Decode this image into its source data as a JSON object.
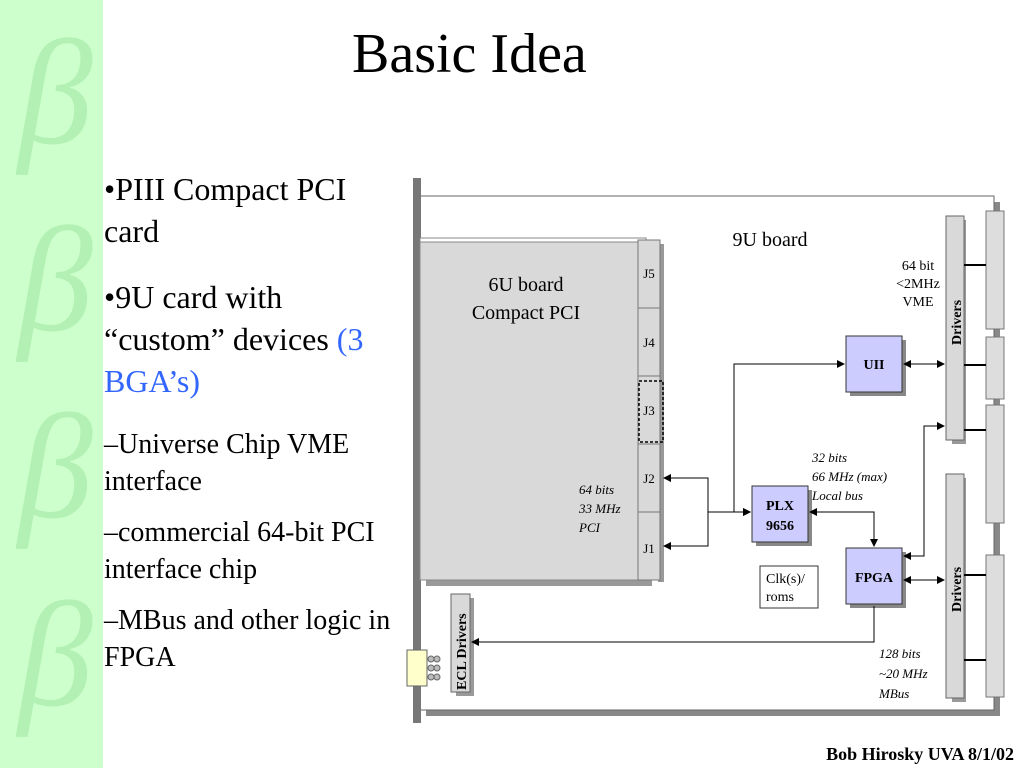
{
  "slide": {
    "title": "Basic Idea",
    "footer": "Bob Hirosky UVA 8/1/02",
    "bullets": [
      {
        "level": 1,
        "text": "•PIII Compact PCI card"
      },
      {
        "level": 1,
        "text": "•9U card with “custom” devices ",
        "highlight": "(3 BGA’s)"
      },
      {
        "level": 2,
        "text": "–Universe Chip VME interface"
      },
      {
        "level": 2,
        "text": "–commercial 64-bit PCI interface chip"
      },
      {
        "level": 2,
        "text": "–MBus and other logic in FPGA"
      }
    ]
  },
  "diagram": {
    "board9u": "9U board",
    "board6u_line1": "6U board",
    "board6u_line2": "Compact PCI",
    "connectors": [
      "J5",
      "J4",
      "J3",
      "J2",
      "J1"
    ],
    "vme_line1": "64 bit",
    "vme_line2": "<2MHz",
    "vme_line3": "VME",
    "drivers_top": "Drivers",
    "drivers_bottom": "Drivers",
    "uii": "UII",
    "plx_line1": "PLX",
    "plx_line2": "9656",
    "fpga": "FPGA",
    "clk_line1": "Clk(s)/",
    "clk_line2": "roms",
    "ecl": "ECL Drivers",
    "local_line1": "32 bits",
    "local_line2": "66 MHz (max)",
    "local_line3": "Local bus",
    "pci_line1": "64 bits",
    "pci_line2": "33 MHz",
    "pci_line3": "PCI",
    "mbus_line1": "128 bits",
    "mbus_line2": "~20 MHz",
    "mbus_line3": "MBus"
  },
  "colors": {
    "sidebar": "#ccffcc",
    "beta": "#b3f0b3",
    "chip_fill": "#ccccff",
    "highlight": "#3366ff"
  }
}
